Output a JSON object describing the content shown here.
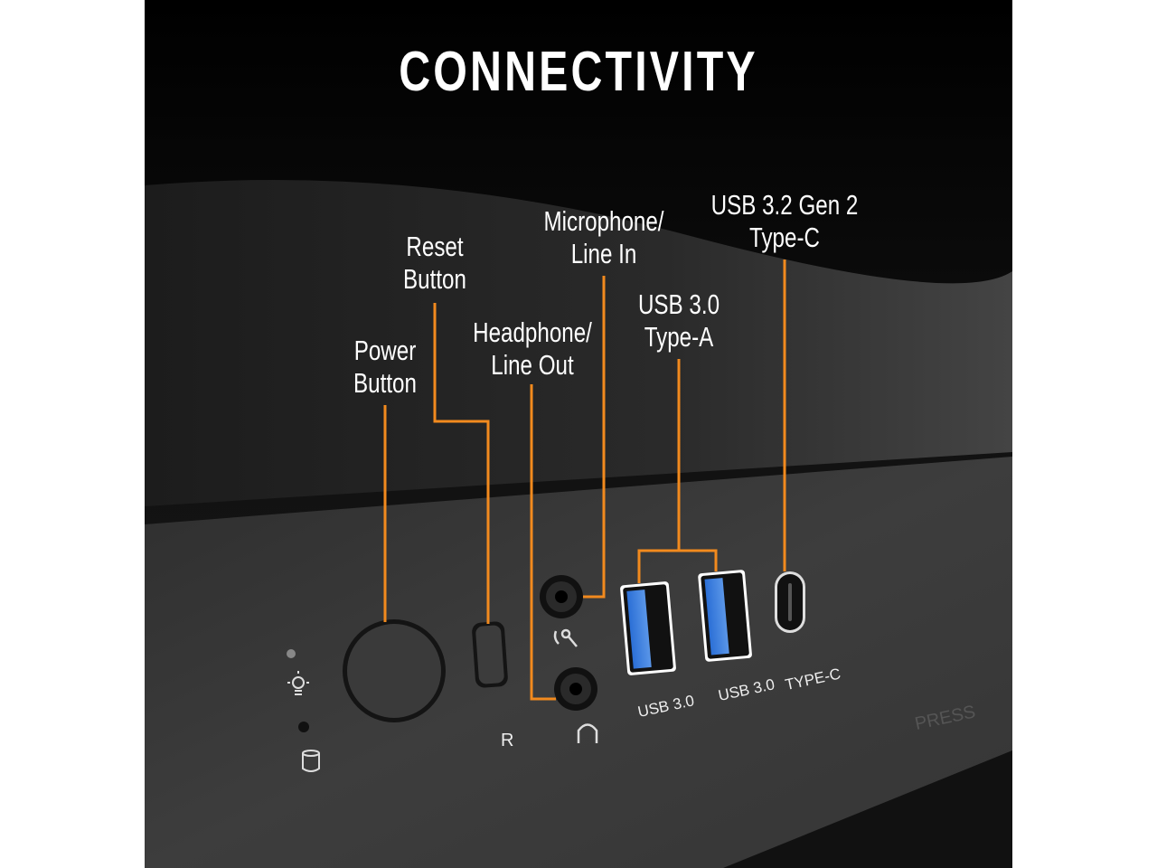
{
  "title": "CONNECTIVITY",
  "callouts": {
    "power": [
      "Power",
      "Button"
    ],
    "reset": [
      "Reset",
      "Button"
    ],
    "headphone": [
      "Headphone/",
      "Line Out"
    ],
    "microphone": [
      "Microphone/",
      "Line In"
    ],
    "usb_a": [
      "USB 3.0",
      "Type-A"
    ],
    "usb_c": [
      "USB 3.2 Gen 2",
      "Type-C"
    ]
  },
  "panel_labels": {
    "reset": "R",
    "usb1": "USB 3.0",
    "usb2": "USB 3.0",
    "typec": "TYPE-C",
    "watermark": "PRESS"
  },
  "colors": {
    "callout_line": "#f28a1e",
    "usb_blue": "#3a7bd5",
    "panel": "#3a3a3a"
  }
}
